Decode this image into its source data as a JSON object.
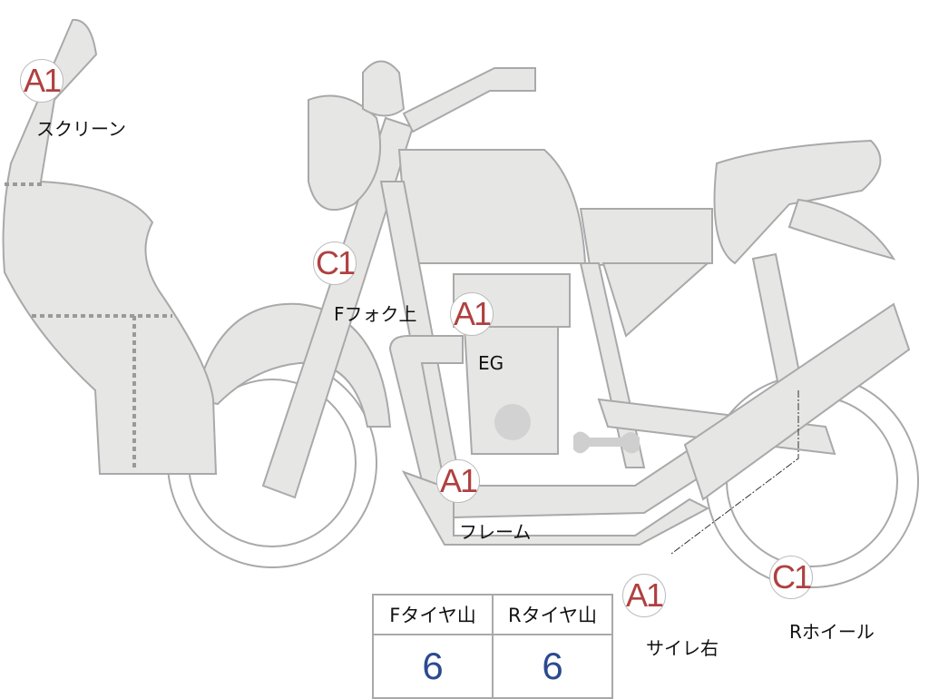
{
  "colors": {
    "part_fill": "#e6e6e4",
    "outline": "#a9a9ab",
    "code": "#b04040",
    "value": "#2b4a8f"
  },
  "markers": [
    {
      "code": "A1",
      "label": "スクリーン"
    },
    {
      "code": "C1",
      "label": "Fフォク上"
    },
    {
      "code": "A1",
      "label": "EG"
    },
    {
      "code": "A1",
      "label": "フレーム"
    },
    {
      "code": "A1",
      "label": "サイレ右"
    },
    {
      "code": "C1",
      "label": "Rホイール"
    }
  ],
  "tire_table": {
    "headers": [
      "Fタイヤ山",
      "Rタイヤ山"
    ],
    "values": [
      "6",
      "6"
    ]
  }
}
